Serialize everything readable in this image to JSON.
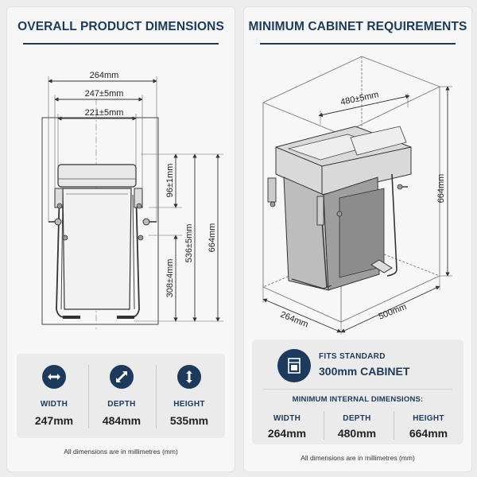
{
  "left": {
    "title": "OVERALL PRODUCT DIMENSIONS",
    "dims": {
      "width_overall": "264mm",
      "width_mid": "247±5mm",
      "width_inner": "221±5mm",
      "h_top": "96±1mm",
      "h_mid": "536±5mm",
      "h_overall": "664mm",
      "h_lower": "308±4mm"
    },
    "stats": [
      {
        "label": "WIDTH",
        "value": "247mm",
        "icon": "horizontal-arrows-icon"
      },
      {
        "label": "DEPTH",
        "value": "484mm",
        "icon": "diagonal-arrows-icon"
      },
      {
        "label": "HEIGHT",
        "value": "535mm",
        "icon": "vertical-arrows-icon"
      }
    ],
    "footnote": "All dimensions are in millimetres (mm)"
  },
  "right": {
    "title": "MINIMUM CABINET REQUIREMENTS",
    "dims": {
      "inner_width": "480±5mm",
      "height": "664mm",
      "depth": "264mm",
      "width": "500mm"
    },
    "fits_label": "FITS STANDARD",
    "fits_value": "300mm CABINET",
    "fits_icon": "cabinet-icon",
    "min_internal_heading": "MINIMUM INTERNAL DIMENSIONS:",
    "stats": [
      {
        "label": "WIDTH",
        "value": "264mm"
      },
      {
        "label": "DEPTH",
        "value": "480mm"
      },
      {
        "label": "HEIGHT",
        "value": "664mm"
      }
    ],
    "footnote": "All dimensions are in millimetres (mm)"
  },
  "colors": {
    "navy": "#1b3a5c",
    "panel_bg": "#f7f7f7",
    "box_bg": "#ebebeb"
  }
}
